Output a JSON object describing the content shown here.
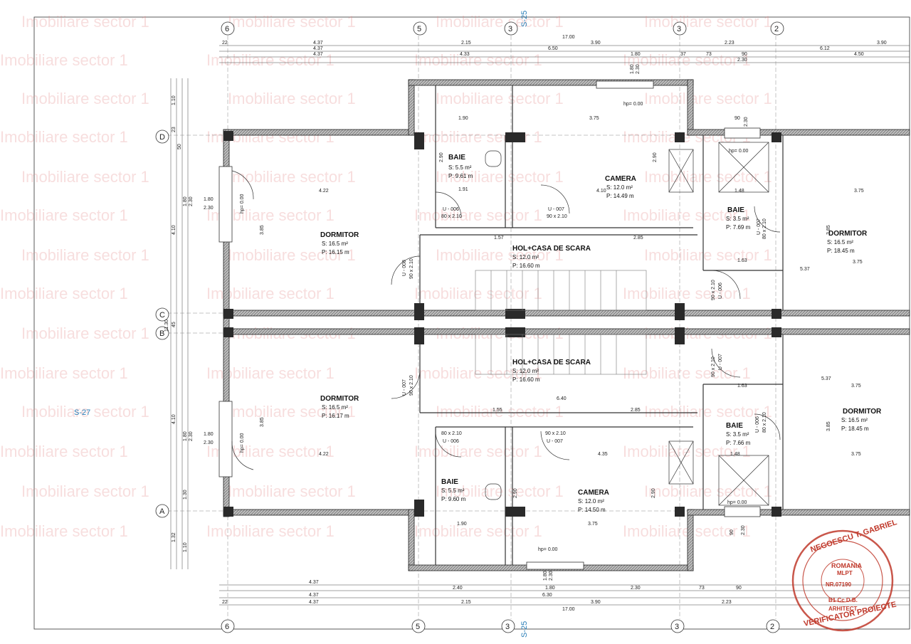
{
  "watermark": "Imobiliare sector 1",
  "stamp": {
    "name": "NEGOESCU T. GABRIEL",
    "country": "ROMANIA",
    "role": "MLPT",
    "number": "NR.07190",
    "line": "B1 Cc D.B.",
    "profession": "ARHITECT",
    "title": "VERIFICATOR PROIECTE"
  },
  "grid": {
    "columns_top": [
      "6",
      "5",
      "3",
      "3",
      "2"
    ],
    "columns_bottom": [
      "6",
      "5",
      "3",
      "3",
      "2"
    ],
    "rows": [
      "D",
      "C",
      "B",
      "A"
    ]
  },
  "sections": {
    "s25_top": "S-25",
    "s25_bottom": "S-25",
    "s27": "S-27"
  },
  "dims_top": {
    "r1": [
      "22",
      "4.37",
      "2.15",
      "3.90",
      "2.23",
      "3.90"
    ],
    "total": "17.00",
    "r2": [
      "4.37",
      "4.33",
      "6.50",
      "1.80",
      "37",
      "73",
      "90",
      "6.12"
    ],
    "r3": [
      "4.37",
      "2.30",
      "4.50"
    ]
  },
  "dims_bottom": {
    "r1": [
      "4.37",
      "2.40",
      "1.80",
      "2.30",
      "73",
      "90"
    ],
    "r2": [
      "4.37",
      "6.30"
    ],
    "r3": [
      "22",
      "4.37",
      "2.15",
      "3.90",
      "2.23"
    ],
    "total": "17.00"
  },
  "dims_left": [
    "1.10",
    "23",
    "50",
    "4.10",
    "1.80",
    "2.30",
    "11.30",
    "45",
    "4.10",
    "1.80",
    "2.30",
    "1.30",
    "1.32",
    "1.10"
  ],
  "rooms": [
    {
      "name": "BAIE",
      "s": "S:  5.5 m²",
      "p": "P: 9.61 m"
    },
    {
      "name": "CAMERA",
      "s": "S:  12.0 m²",
      "p": "P:  14.49 m"
    },
    {
      "name": "BAIE",
      "s": "S:  3.5 m²",
      "p": "P: 7.69 m"
    },
    {
      "name": "DORMITOR",
      "s": "S:      16.5 m²",
      "p": "P:     16.15 m"
    },
    {
      "name": "HOL+CASA DE SCARA",
      "s": "S:          12.0 m²",
      "p": "P:          16.60 m"
    },
    {
      "name": "DORMITOR",
      "s": "S:      16.5 m²",
      "p": "P:     18.45 m"
    },
    {
      "name": "HOL+CASA DE SCARA",
      "s": "S:          12.0 m²",
      "p": "P:          16.60 m"
    },
    {
      "name": "DORMITOR",
      "s": "S:      16.5 m²",
      "p": "P:     16.17 m"
    },
    {
      "name": "DORMITOR",
      "s": "S:      16.5 m²",
      "p": "P:     18.45 m"
    },
    {
      "name": "BAIE",
      "s": "S:  3.5 m²",
      "p": "P: 7.66 m"
    },
    {
      "name": "BAIE",
      "s": "S:  5.5 m²",
      "p": "P: 9.60 m"
    },
    {
      "name": "CAMERA",
      "s": "S:  12.0 m²",
      "p": "P:  14.50 m"
    }
  ],
  "doors": [
    {
      "code": "U - 006",
      "size": "80 x 2.10"
    },
    {
      "code": "U - 007",
      "size": "90 x 2.10"
    },
    {
      "code": "U - 007",
      "size": "80 x 2.10"
    },
    {
      "code": "U - 008",
      "size": "90 x 2.10"
    },
    {
      "code": "U - 006",
      "size": "90 x 2.10"
    },
    {
      "code": "U - 007",
      "size": "90 x 2.10"
    },
    {
      "code": "U - 007",
      "size": "90 x 2.10"
    },
    {
      "code": "U - 006",
      "size": "80 x 2.10"
    },
    {
      "code": "U - 007",
      "size": "90 x 2.10"
    },
    {
      "code": "U - 006",
      "size": "80 x 2.10"
    }
  ],
  "windows": [
    {
      "size": "1.80",
      "height": "2.30",
      "hp": "hp= 0.00"
    },
    {
      "size": "1.80",
      "height": "2.30",
      "hp": "hp= 0.00"
    },
    {
      "size": "90",
      "height": "2.30",
      "hp": "hp= 0.00"
    },
    {
      "size": "90",
      "height": "2.30",
      "hp": "hp= 0.00"
    },
    {
      "size": "1.80",
      "height": "2.30",
      "hp": "hp= 0.00"
    },
    {
      "size": "1.80",
      "height": "2.30",
      "hp": "hp= 0.00"
    }
  ],
  "inner_dims": [
    "1.90",
    "3.75",
    "4.22",
    "4.22",
    "3.75",
    "3.75",
    "5.37",
    "5.37",
    "1.57",
    "2.85",
    "1.55",
    "2.85",
    "6.40",
    "1.63",
    "1.63",
    "1.48",
    "1.48",
    "1.90",
    "3.75",
    "4.35",
    "3.75",
    "3.75",
    "1.91",
    "4.10",
    "2.90",
    "2.90",
    "2.90",
    "2.90",
    "3.85",
    "3.85",
    "3.85",
    "3.85"
  ]
}
